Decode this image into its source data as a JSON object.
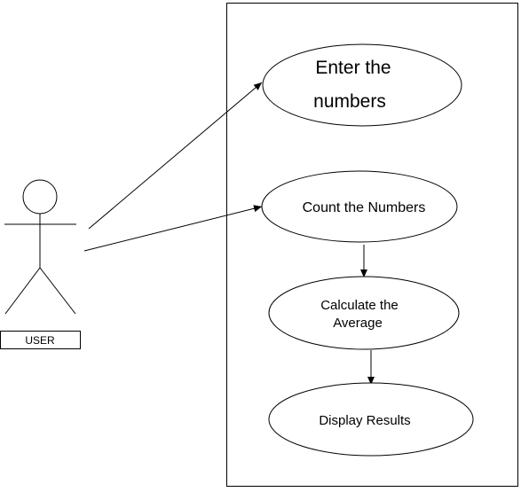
{
  "actor": {
    "label": "USER"
  },
  "use_cases": [
    {
      "id": "enter",
      "lines": [
        "Enter the",
        "numbers"
      ]
    },
    {
      "id": "count",
      "lines": [
        "Count the Numbers"
      ]
    },
    {
      "id": "calc",
      "lines": [
        "Calculate the",
        "Average"
      ]
    },
    {
      "id": "display",
      "lines": [
        "Display Results"
      ]
    }
  ],
  "colors": {
    "stroke": "#000000",
    "fill": "#ffffff",
    "background": "#ffffff"
  }
}
